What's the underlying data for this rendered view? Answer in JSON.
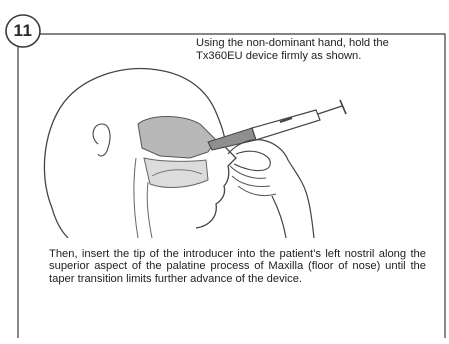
{
  "step": {
    "number": "11"
  },
  "instructions": {
    "top": "Using the non-dominant hand, hold the Tx360EU device firmly as shown.",
    "bottom": "Then, insert the tip of the introducer into the patient’s left nostril along the superior aspect of the palatine process of Maxilla (floor of nose) until the taper transition limits further advance of the device."
  },
  "illustration": {
    "icon": "head-sagittal-nasal-device-illustration",
    "fill_color": "#b8b8b8",
    "line_color": "#444444"
  }
}
